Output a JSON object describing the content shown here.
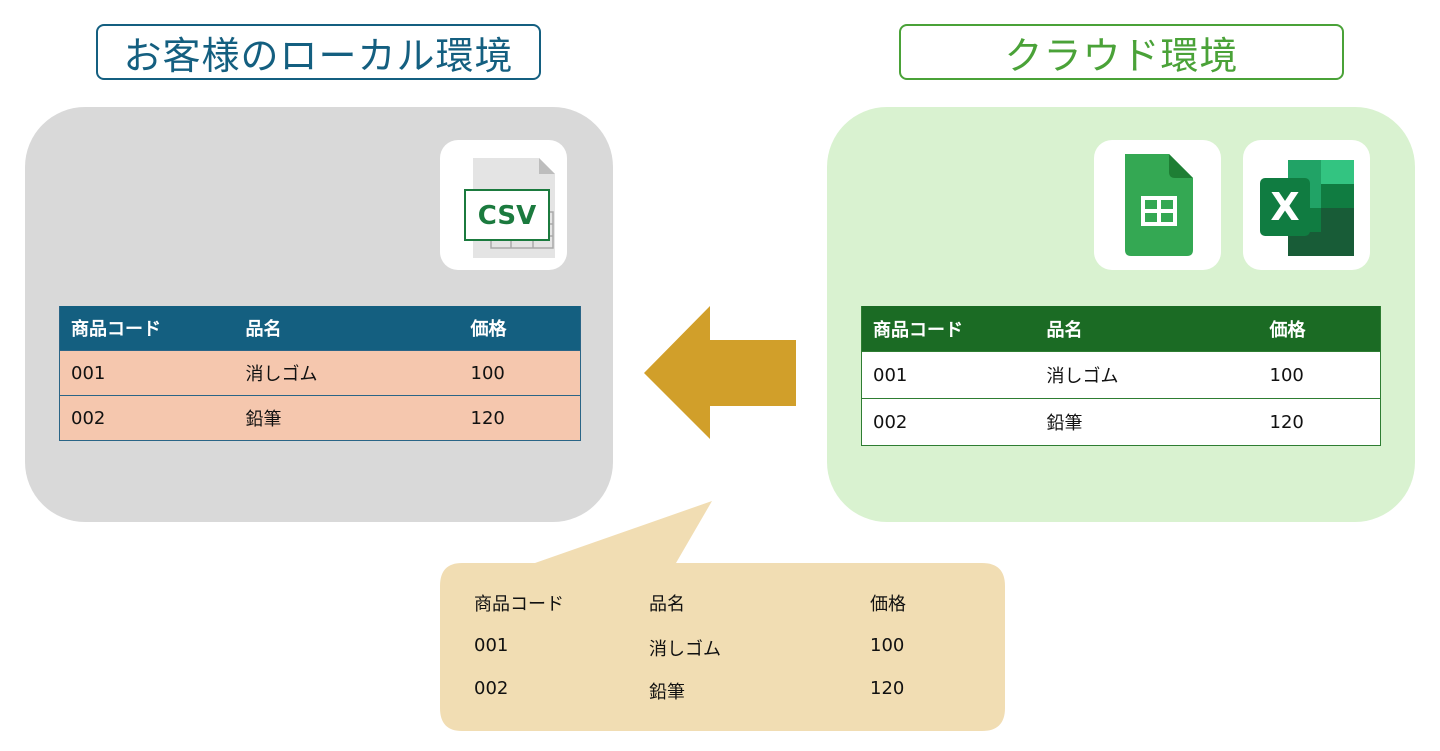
{
  "local": {
    "title": "お客様のローカル環境",
    "csv_label": "CSV",
    "table": {
      "headers": [
        "商品コード",
        "品名",
        "価格"
      ],
      "rows": [
        [
          "001",
          "消しゴム",
          "100"
        ],
        [
          "002",
          "鉛筆",
          "120"
        ]
      ]
    }
  },
  "cloud": {
    "title": "クラウド環境",
    "excel_label": "X",
    "table": {
      "headers": [
        "商品コード",
        "品名",
        "価格"
      ],
      "rows": [
        [
          "001",
          "消しゴム",
          "100"
        ],
        [
          "002",
          "鉛筆",
          "120"
        ]
      ]
    }
  },
  "callout": {
    "headers": [
      "商品コード",
      "品名",
      "価格"
    ],
    "rows": [
      [
        "001",
        "消しゴム",
        "100"
      ],
      [
        "002",
        "鉛筆",
        "120"
      ]
    ]
  },
  "colors": {
    "local_accent": "#145f80",
    "cloud_accent": "#4aa238",
    "arrow": "#d19f2a",
    "callout": "#f1ddb3"
  },
  "icons": [
    "csv-file-icon",
    "google-sheets-icon",
    "excel-icon",
    "left-arrow-icon"
  ]
}
